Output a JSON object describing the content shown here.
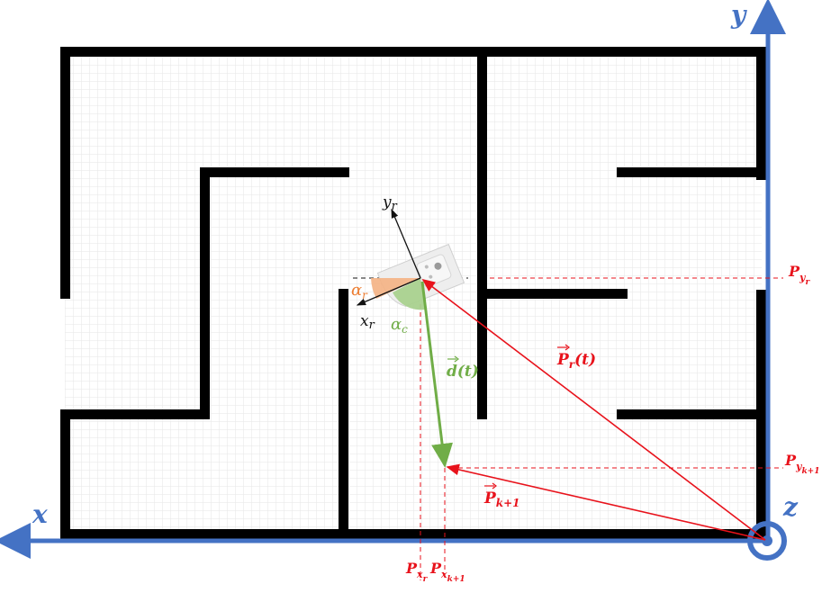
{
  "axes": {
    "x_label": "x",
    "y_label": "y",
    "z_label": "z",
    "color": "#4472c4"
  },
  "robot_frame": {
    "x_label": "x",
    "x_sub": "r",
    "y_label": "y",
    "y_sub": "r"
  },
  "angles": {
    "alpha": "α",
    "r_sub": "r",
    "c_sub": "c",
    "r_color": "#ed7d31",
    "c_color": "#70ad47"
  },
  "vectors": {
    "d_main": "d",
    "d_arg": "(t)",
    "pr_main": "P",
    "pr_sub": "r",
    "pr_arg": "(t)",
    "pk_main": "P",
    "pk_sub": "k+1",
    "red": "#e8121b",
    "green": "#70ad47"
  },
  "projections": {
    "p": "P",
    "sub_y": "y",
    "sub_x": "x",
    "sub_r": "r",
    "sub_k1": "k+1"
  },
  "maze": {
    "wall_color": "#000000",
    "grid_color": "#e6e6e6"
  }
}
